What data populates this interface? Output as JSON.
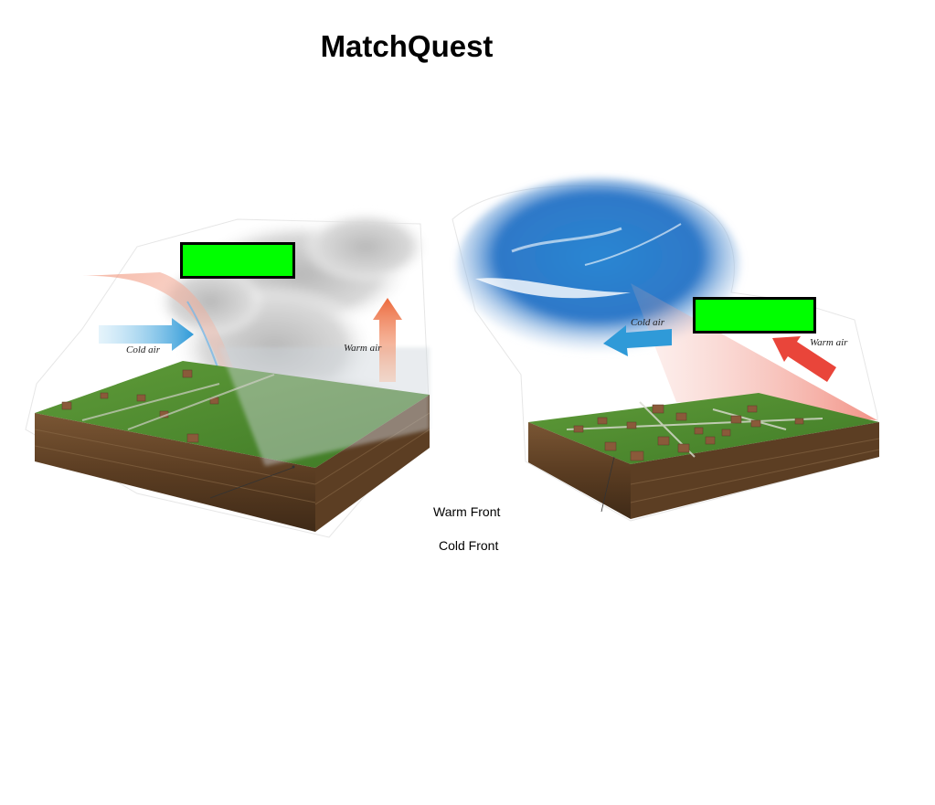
{
  "title": "MatchQuest",
  "left_scene": {
    "cold_air_label": "Cold air",
    "warm_air_label": "Warm air"
  },
  "right_scene": {
    "cold_air_label": "Cold air",
    "warm_air_label": "Warm air"
  },
  "answers": [
    "Warm Front",
    "Cold Front"
  ],
  "colors": {
    "drop_box": "#00ff00",
    "cold_arrow": "#3aa7e0",
    "warm_arrow": "#e9553f",
    "grass": "#4f8a2e",
    "soil": "#6b4a2c",
    "sky": "#1f79c9"
  }
}
